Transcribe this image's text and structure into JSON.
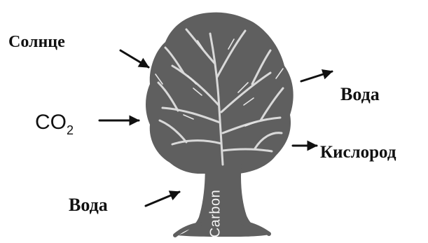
{
  "labels": {
    "sun": "Солнце",
    "co2_main": "CO",
    "co2_sub": "2",
    "water_in": "Вода",
    "water_out": "Вода",
    "oxygen": "Кислород",
    "trunk": "Carbon"
  },
  "colors": {
    "tree": "#5f5f5f",
    "arrow": "#111111",
    "highlight": "#d9d9d9"
  },
  "icons": [
    "tree-illustration",
    "arrow-icon"
  ]
}
